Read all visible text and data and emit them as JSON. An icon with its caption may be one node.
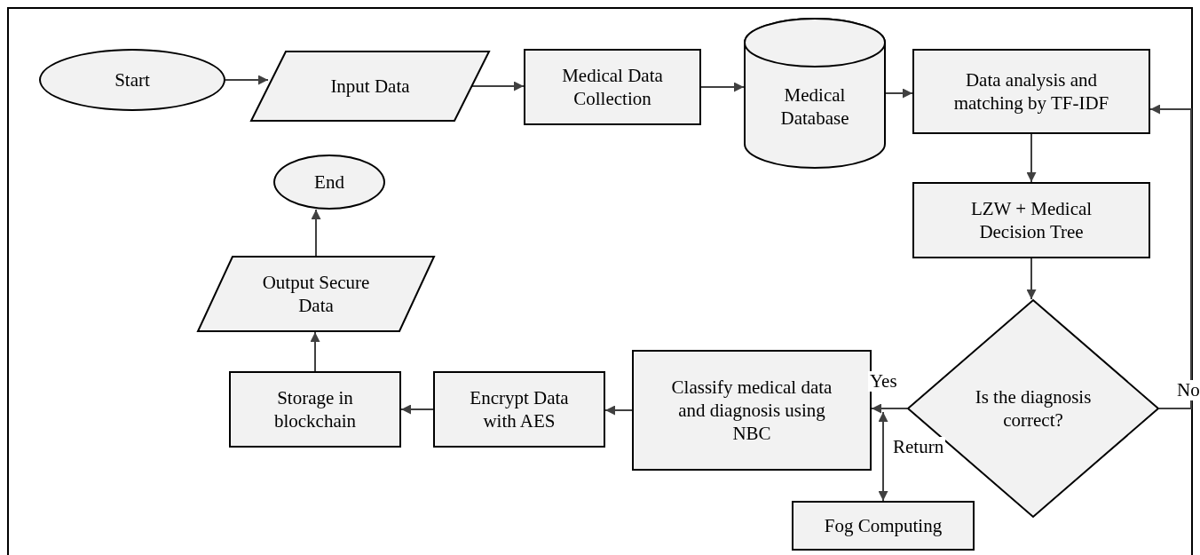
{
  "diagram": {
    "nodes": [
      {
        "text": [
          "Start"
        ]
      },
      {
        "text": [
          "Input Data"
        ]
      },
      {
        "text": [
          "Medical Data Collection"
        ]
      },
      {
        "text": [
          "Medical Database"
        ]
      },
      {
        "text": [
          "Data analysis and matching by TF-IDF"
        ]
      },
      {
        "text": [
          "LZW + Medical Decision Tree"
        ]
      },
      {
        "text": [
          "Is the diagnosis correct?"
        ]
      },
      {
        "text": [
          "Classify medical data and diagnosis using NBC"
        ]
      },
      {
        "text": [
          "Fog Computing"
        ]
      },
      {
        "text": [
          "Encrypt Data with AES"
        ]
      },
      {
        "text": [
          "Storage in blockchain"
        ]
      },
      {
        "text": [
          "Output Secure Data"
        ]
      },
      {
        "text": [
          "End"
        ]
      }
    ],
    "edges": [
      {
        "from": 0,
        "to": 1,
        "arrow": "to"
      },
      {
        "from": 1,
        "to": 2,
        "arrow": "to"
      },
      {
        "from": 2,
        "to": 3,
        "arrow": "to"
      },
      {
        "from": 3,
        "to": 4,
        "arrow": "to"
      },
      {
        "from": 4,
        "to": 5,
        "arrow": "to"
      },
      {
        "from": 5,
        "to": 6,
        "arrow": "to"
      },
      {
        "from": 6,
        "to": 7,
        "arrow": "to",
        "label": "Yes"
      },
      {
        "from": 6,
        "to": 4,
        "arrow": "to",
        "label": "No"
      },
      {
        "from": 8,
        "to": 7,
        "arrow": "both",
        "label": "Return"
      },
      {
        "from": 7,
        "to": 9,
        "arrow": "to"
      },
      {
        "from": 9,
        "to": 10,
        "arrow": "to"
      },
      {
        "from": 10,
        "to": 11,
        "arrow": "to"
      },
      {
        "from": 11,
        "to": 12,
        "arrow": "to"
      }
    ]
  }
}
